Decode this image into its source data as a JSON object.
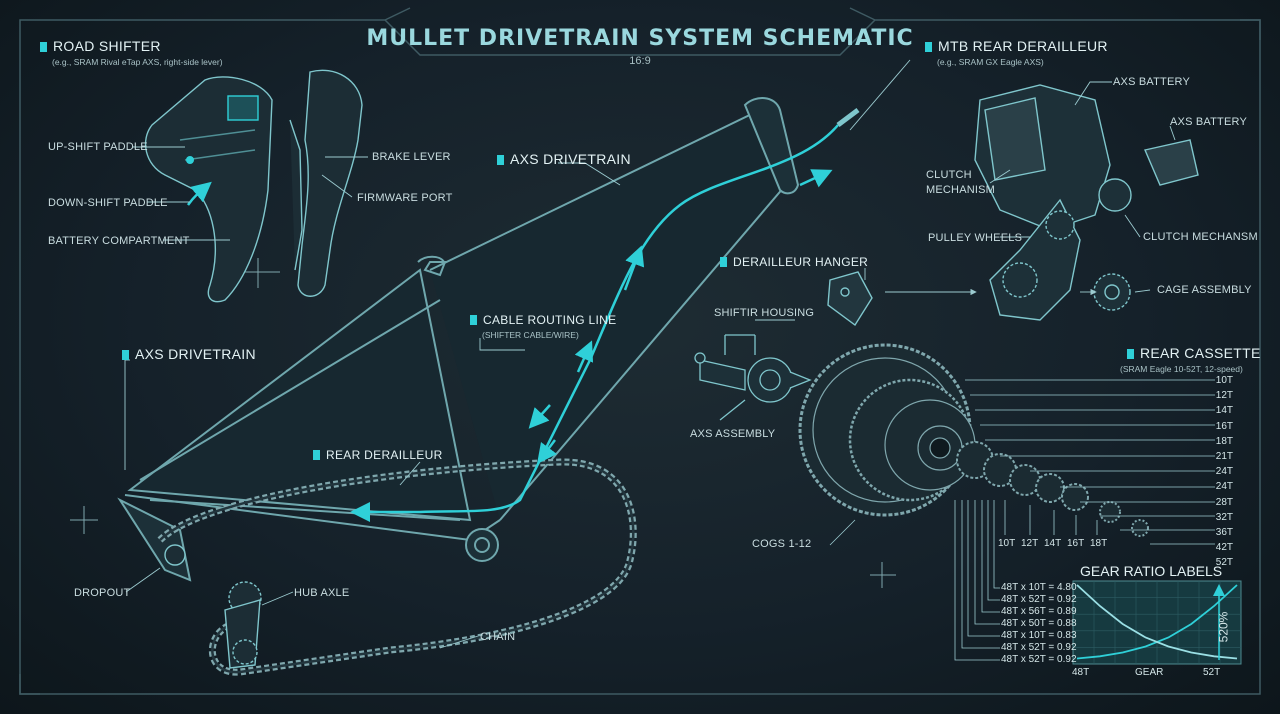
{
  "title": "MULLET DRIVETRAIN SYSTEM SCHEMATIC",
  "aspect": "16:9",
  "colors": {
    "accent": "#2fd0d8",
    "line": "#7fc6cc",
    "background": "#15212a"
  },
  "road_shifter": {
    "heading": "ROAD SHIFTER",
    "subtitle": "(e.g., SRAM Rival eTap AXS, right-side lever)",
    "labels": {
      "upshift": "UP-SHIFT PADDLE",
      "downshift": "DOWN-SHIFT PADDLE",
      "battery": "BATTERY COMPARTMENT",
      "brake": "BRAKE LEVER",
      "firmware": "FIRMWARE PORT"
    }
  },
  "frame": {
    "axs_top": "AXS DRIVETRAIN",
    "axs_left": "AXS DRIVETRAIN",
    "cable_routing": "CABLE ROUTING LINE",
    "cable_routing_sub": "(SHIFTER CABLE/WIRE)",
    "rear_derailleur": "REAR DERAILLEUR",
    "dropout": "DROPOUT",
    "hub_axle": "HUB AXLE",
    "chain": "CHAIN"
  },
  "mtb_derailleur": {
    "heading": "MTB REAR DERAILLEUR",
    "subtitle": "(e.g., SRAM GX Eagle AXS)",
    "labels": {
      "axs_battery_1": "AXS BATTERY",
      "axs_battery_2": "AXS BATTERY",
      "clutch": "CLUTCH MECHANISM",
      "clutch_2": "CLUTCH MECHANSM",
      "pulley": "PULLEY WHEELS",
      "cage": "CAGE ASSEMBLY",
      "hanger": "DERAILLEUR HANGER",
      "housing": "SHIFTIR HOUSING",
      "axs_assembly": "AXS ASSEMBLY"
    }
  },
  "cassette": {
    "heading": "REAR CASSETTE",
    "subtitle": "(SRAM Eagle 10-52T, 12-speed)",
    "cogs": [
      "10T",
      "12T",
      "14T",
      "16T",
      "18T",
      "21T",
      "24T",
      "24T",
      "28T",
      "32T",
      "36T",
      "42T",
      "52T"
    ],
    "exploded_cogs": [
      "10T",
      "12T",
      "14T",
      "16T",
      "18T"
    ],
    "cogs_label": "COGS 1-12"
  },
  "gear_ratios": {
    "heading": "GEAR RATIO LABELS",
    "items": [
      "48T x 10T = 4.80",
      "48T x 52T = 0.92",
      "48T x 56T = 0.89",
      "48T x 50T = 0.88",
      "48T x 10T = 0.83",
      "48T x 52T = 0.92",
      "48T x 52T = 0.92"
    ]
  },
  "chart_data": {
    "type": "line",
    "title": "GEAR RATIO LABELS",
    "x_labels": [
      "48T",
      "GEAR",
      "52T"
    ],
    "side_label": "520%",
    "grid": true,
    "series": [
      {
        "values": [
          0.02,
          0.05,
          0.1,
          0.18,
          0.3,
          0.48,
          0.72,
          1.0
        ]
      },
      {
        "values": [
          1.0,
          0.72,
          0.48,
          0.3,
          0.18,
          0.1,
          0.05,
          0.02
        ]
      }
    ]
  }
}
